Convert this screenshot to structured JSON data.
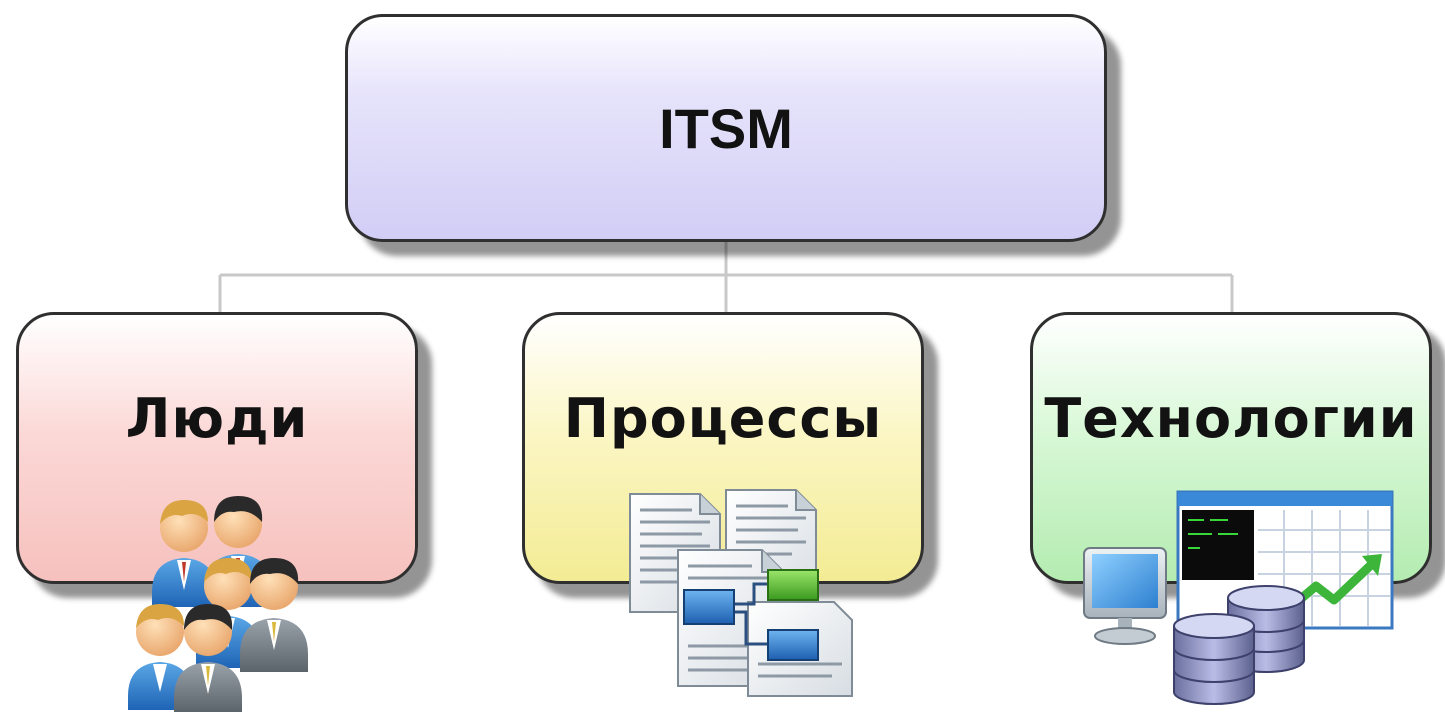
{
  "diagram": {
    "root": {
      "label": "ITSM"
    },
    "children": [
      {
        "id": "people",
        "label": "Люди",
        "icon": "people-group-icon",
        "fill": "#f8cbc8"
      },
      {
        "id": "process",
        "label": "Процессы",
        "icon": "process-documents-icon",
        "fill": "#f7f0a8"
      },
      {
        "id": "tech",
        "label": "Технологии",
        "icon": "technology-computer-icon",
        "fill": "#c3f0c0"
      }
    ],
    "colors": {
      "root_fill": "#d6d1f6",
      "border": "#2f2f2f",
      "connector": "#c8c8c8"
    }
  }
}
